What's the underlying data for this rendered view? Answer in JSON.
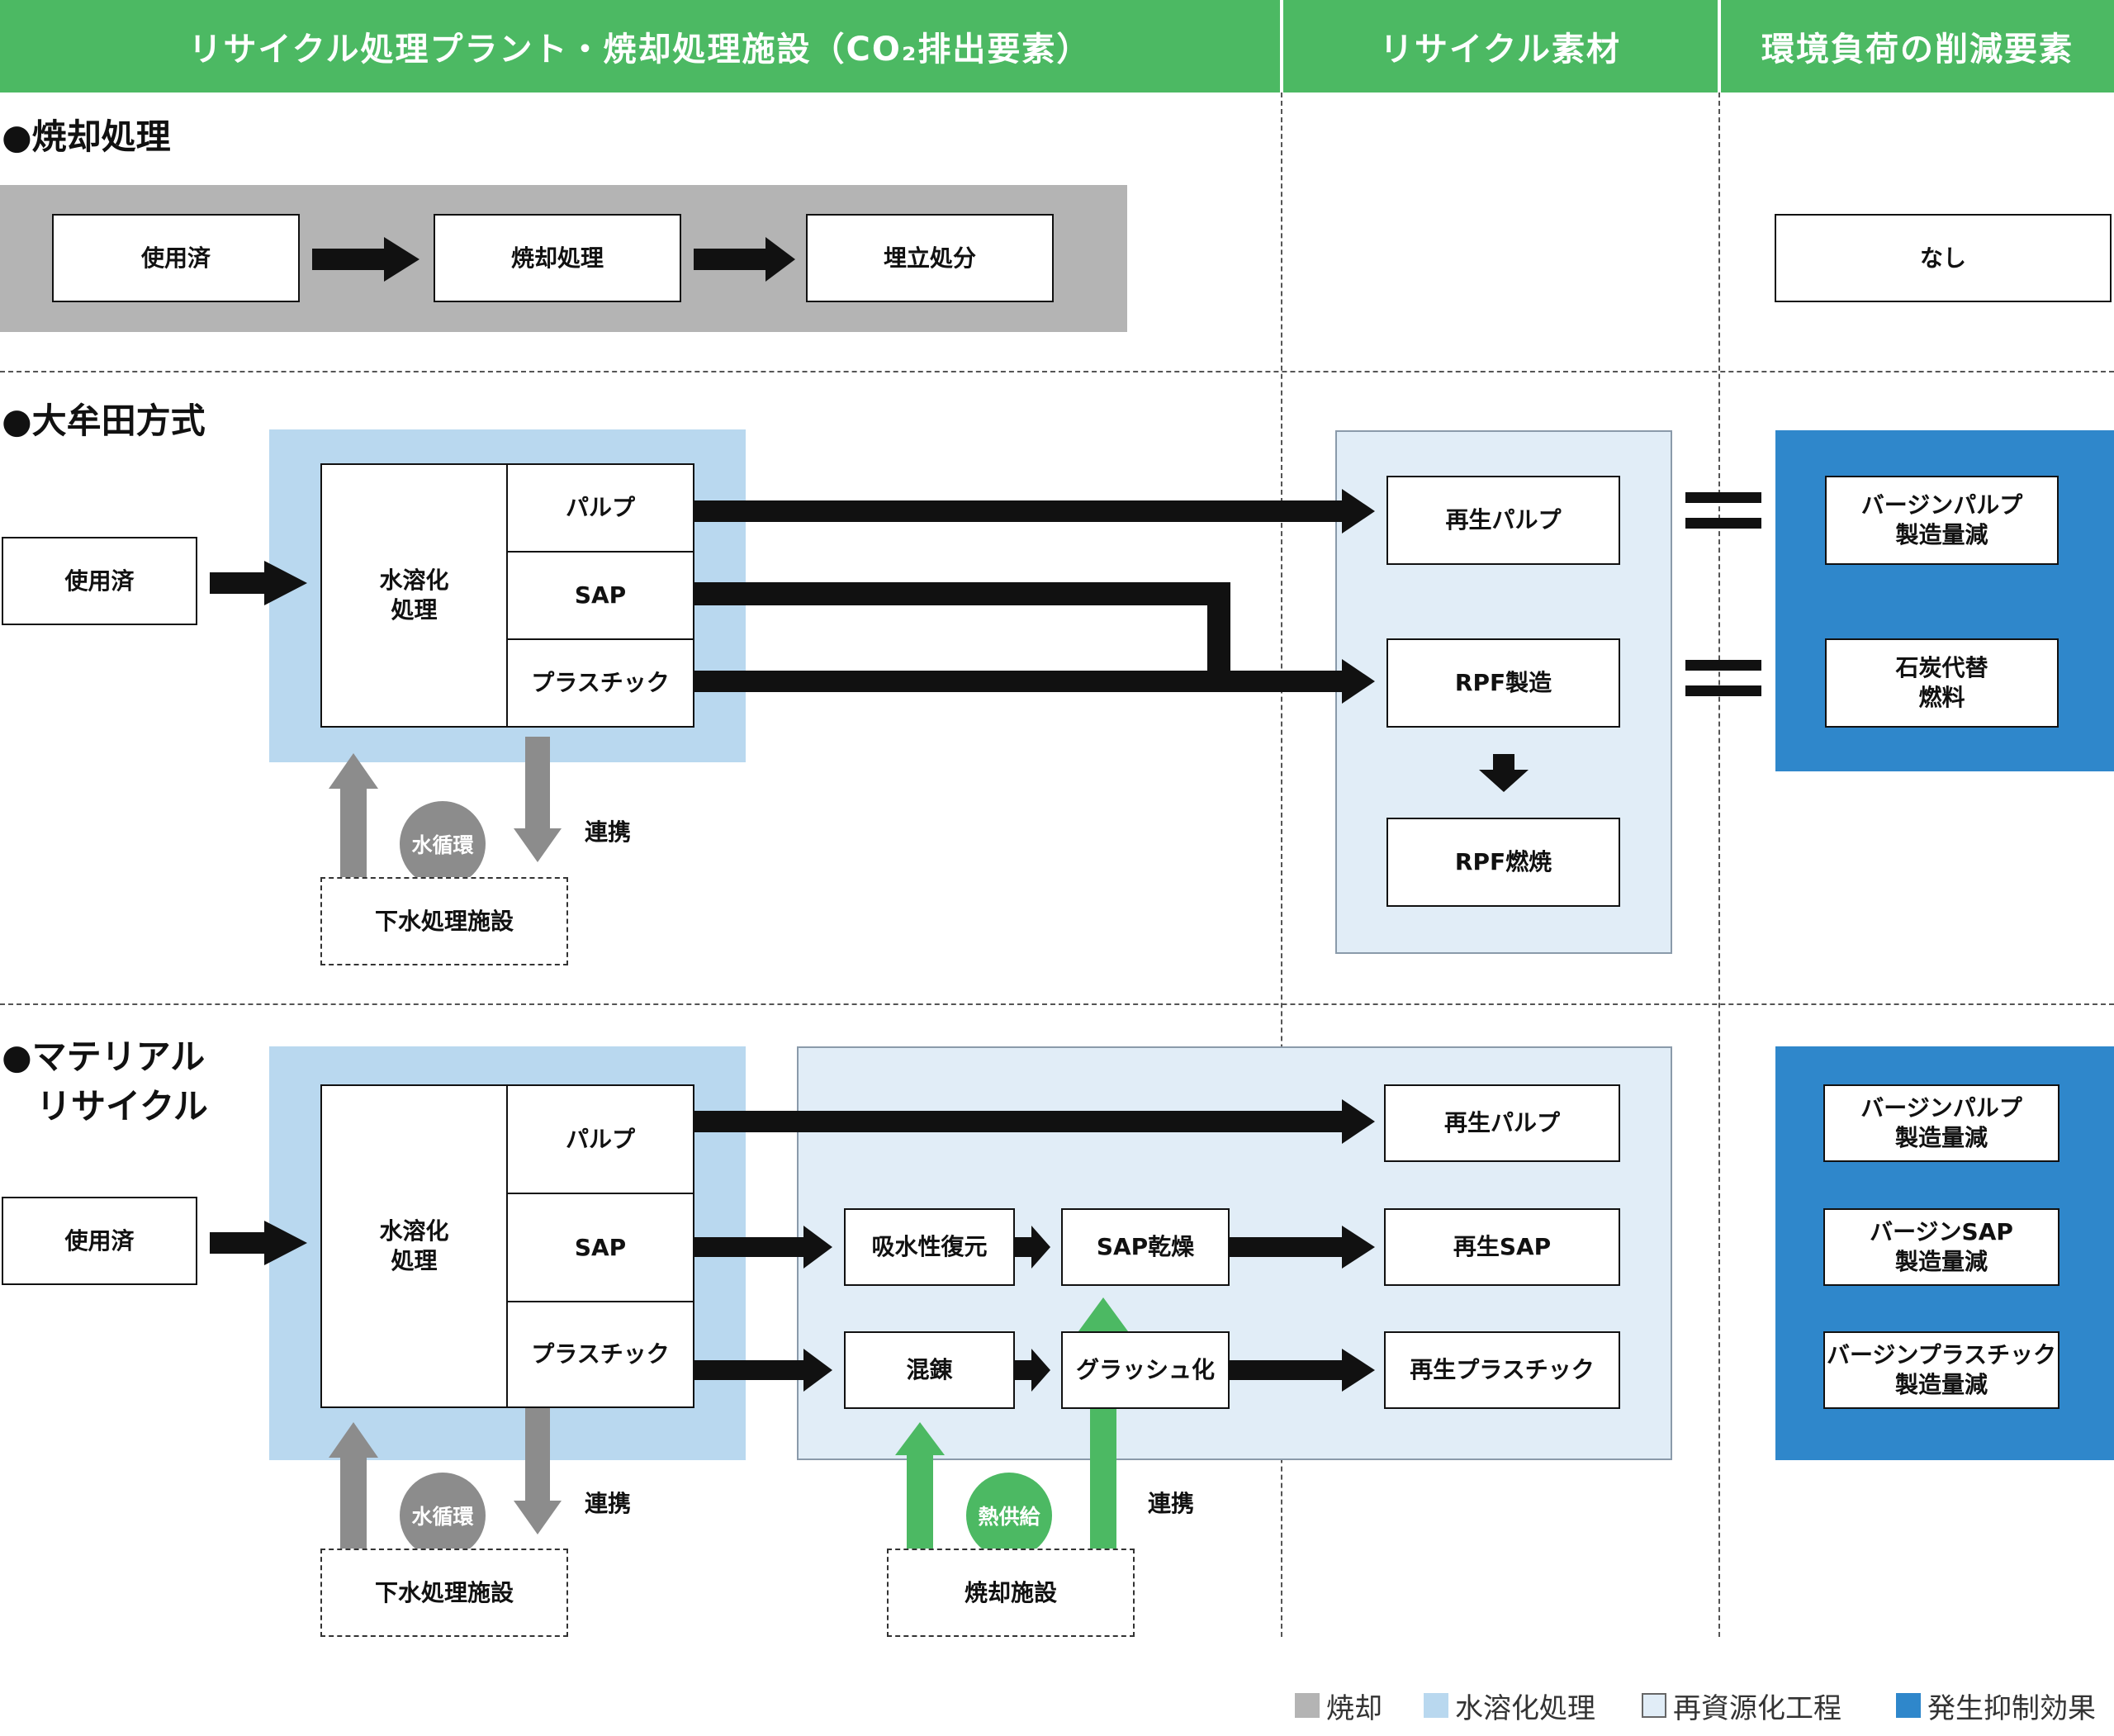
{
  "headers": {
    "plant": "リサイクル処理プラント・焼却処理施設（CO₂排出要素）",
    "material": "リサイクル素材",
    "reduction": "環境負荷の削減要素"
  },
  "sections": {
    "incineration": {
      "title": "●焼却処理",
      "used": "使用済",
      "incinerate": "焼却処理",
      "landfill": "埋立処分",
      "effect": "なし"
    },
    "omuta": {
      "title": "●大牟田方式",
      "used": "使用済",
      "solubilize": "水溶化\n処理",
      "pulp": "パルプ",
      "sap": "SAP",
      "plastic": "プラスチック",
      "recycled_pulp": "再生パルプ",
      "rpf_make": "RPF製造",
      "rpf_burn": "RPF燃焼",
      "virgin_pulp": "バージンパルプ\n製造量減",
      "coal": "石炭代替\n燃料",
      "water_cycle": "水循環",
      "cooperation": "連携",
      "sewage": "下水処理施設"
    },
    "material": {
      "title": "●マテリアル\n　リサイクル",
      "used": "使用済",
      "solubilize": "水溶化\n処理",
      "pulp": "パルプ",
      "sap": "SAP",
      "plastic": "プラスチック",
      "absorb": "吸水性復元",
      "sap_dry": "SAP乾燥",
      "knead": "混錬",
      "crush": "グラッシュ化",
      "recycled_pulp": "再生パルプ",
      "recycled_sap": "再生SAP",
      "recycled_plastic": "再生プラスチック",
      "virgin_pulp": "バージンパルプ\n製造量減",
      "virgin_sap": "バージンSAP\n製造量減",
      "virgin_plastic": "バージンプラスチック\n製造量減",
      "water_cycle": "水循環",
      "cooperation": "連携",
      "sewage": "下水処理施設",
      "heat": "熱供給",
      "cooperation2": "連携",
      "incin_facility": "焼却施設"
    }
  },
  "legend": [
    {
      "label": "焼却",
      "color": "#b4b4b4"
    },
    {
      "label": "水溶化処理",
      "color": "#b9d8ef"
    },
    {
      "label": "再資源化工程",
      "color": "#e1edf7"
    },
    {
      "label": "発生抑制効果",
      "color": "#2f87cb"
    }
  ]
}
